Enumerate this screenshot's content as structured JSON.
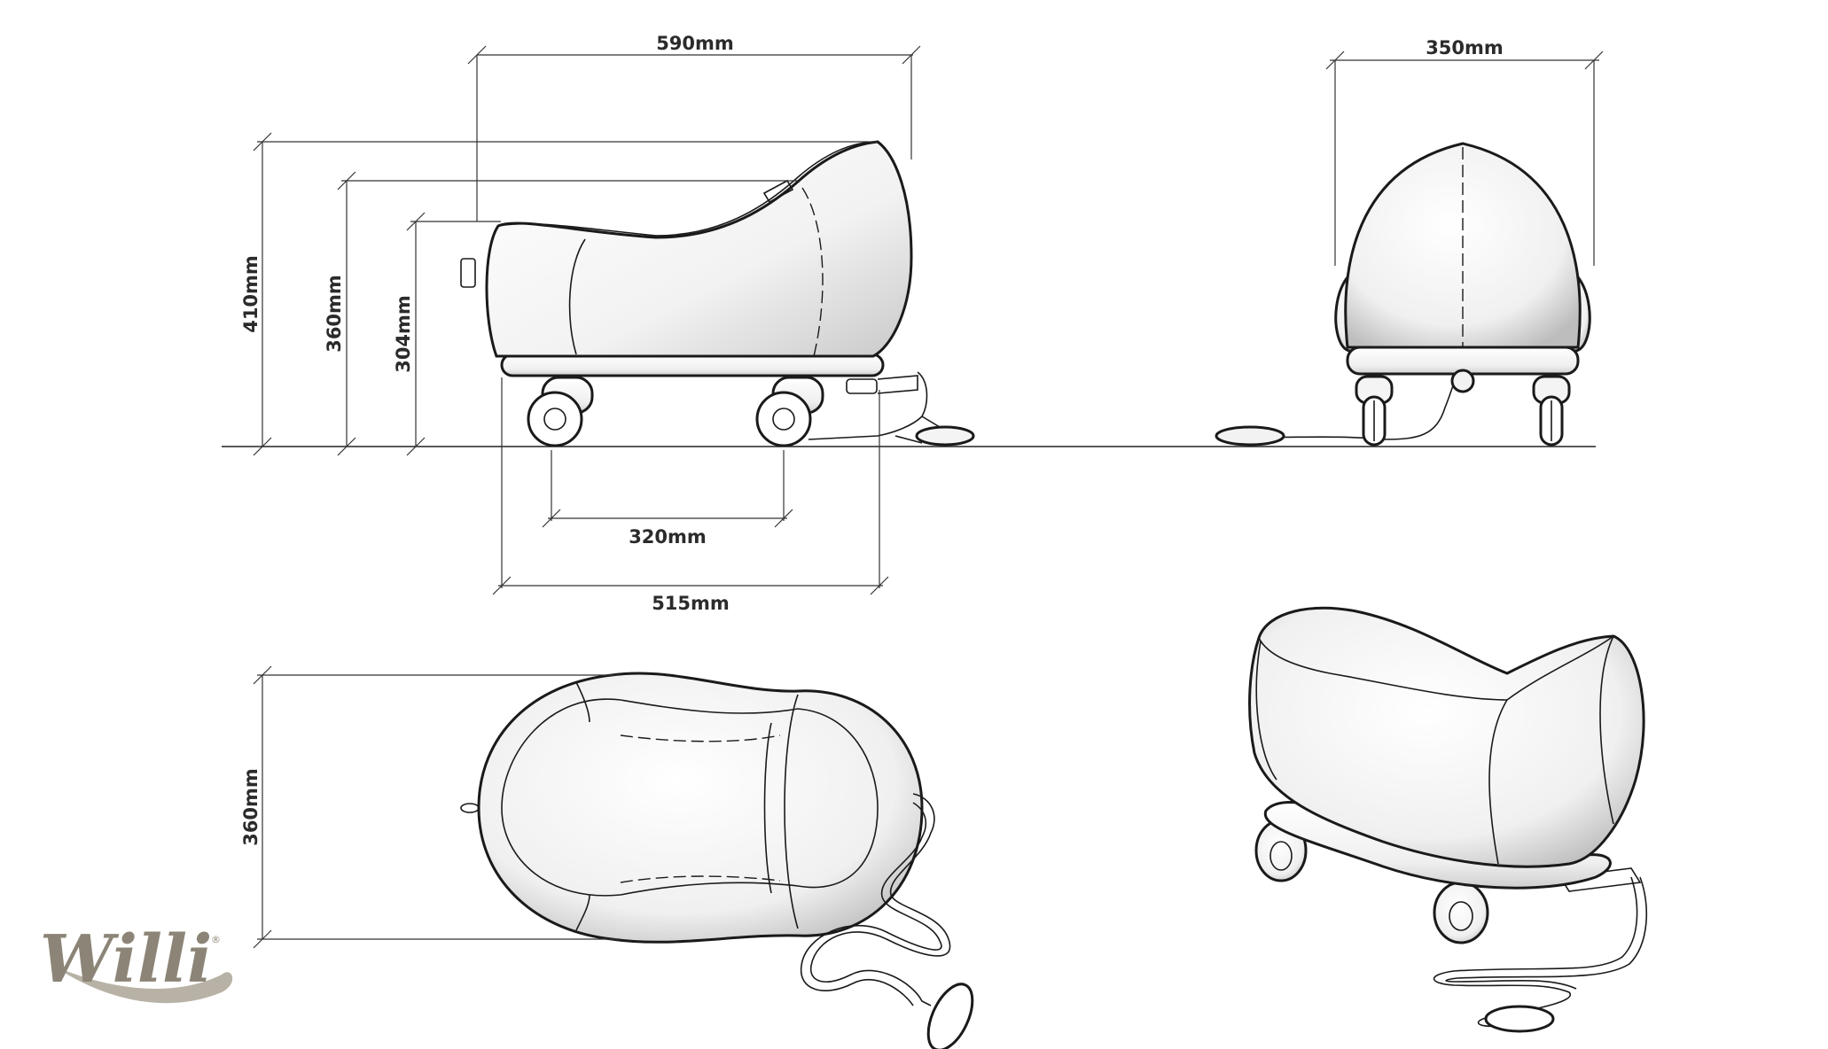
{
  "dimensions": {
    "side_length": "590mm",
    "front_width": "350mm",
    "height_total": "410mm",
    "height_back": "360mm",
    "height_seat": "304mm",
    "wheelbase": "320mm",
    "base_length": "515mm",
    "top_width": "360mm"
  },
  "logo": {
    "text": "Willi",
    "mark": "®",
    "color": "#8c8577"
  },
  "colors": {
    "line": "#1a1a1a",
    "text": "#2b2b2b",
    "background": "#ffffff"
  }
}
